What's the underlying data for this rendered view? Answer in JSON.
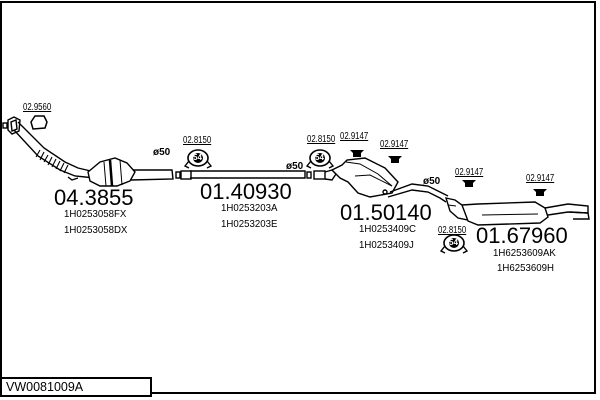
{
  "diagram_code": "VW0081009A",
  "parts": [
    {
      "part_number": "04.3855",
      "oe_numbers": [
        "1H0253058FX",
        "1H0253058DX"
      ]
    },
    {
      "part_number": "01.40930",
      "oe_numbers": [
        "1H0253203A",
        "1H0253203E"
      ]
    },
    {
      "part_number": "01.50140",
      "oe_numbers": [
        "1H0253409C",
        "1H0253409J"
      ]
    },
    {
      "part_number": "01.67960",
      "oe_numbers": [
        "1H6253609AK",
        "1H6253609H"
      ]
    }
  ],
  "accessories": {
    "gasket": "02.9560",
    "clamp_a": "02.8150",
    "clamp_b": "02.8150",
    "clamp_c": "02.8150",
    "hanger_a": "02.9147",
    "hanger_b": "02.9147",
    "hanger_c": "02.9147",
    "hanger_d": "02.9147"
  },
  "clamp_size": "54",
  "diameters": {
    "d1": "ø50",
    "d2": "ø50",
    "d3": "ø50"
  }
}
